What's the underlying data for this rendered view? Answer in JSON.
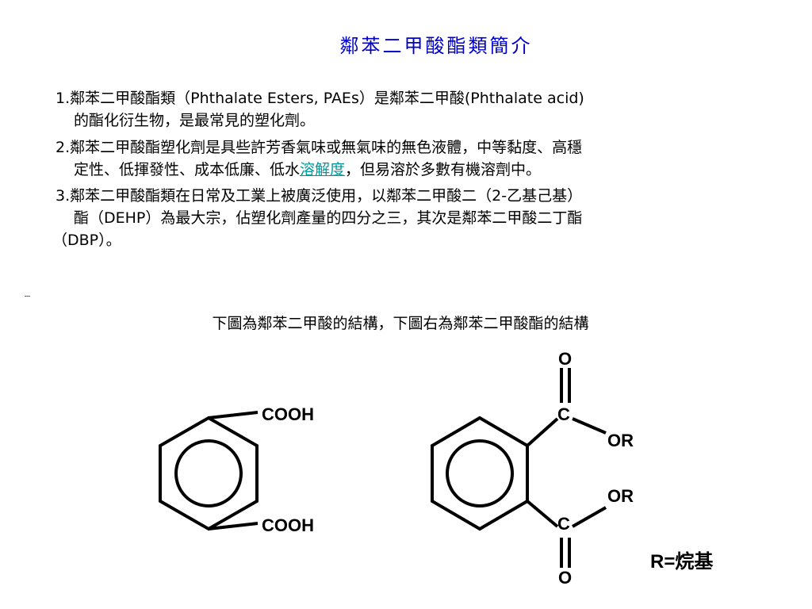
{
  "slide": {
    "title": "鄰苯二甲酸酯類簡介",
    "items": [
      {
        "line1": "1.鄰苯二甲酸酯類（Phthalate Esters, PAEs）是鄰苯二甲酸(Phthalate acid)",
        "line2": "的酯化衍生物，是最常見的塑化劑。"
      },
      {
        "line1": "2.鄰苯二甲酸酯塑化劑是具些許芳香氣味或無氣味的無色液體，中等黏度、高穩",
        "line2_before": "定性、低揮發性、成本低廉、低水",
        "line2_link": "溶解度",
        "line2_after": "，但易溶於多數有機溶劑中。"
      },
      {
        "line1": "3.鄰苯二甲酸酯類在日常及工業上被廣泛使用，以鄰苯二甲酸二（2-乙基己基）",
        "line2": "酯（DEHP）為最大宗，佔塑化劑產量的四分之三，其次是鄰苯二甲酸二丁酯",
        "line3": "（DBP）。"
      }
    ],
    "caption": "下圖為鄰苯二甲酸的結構，下圖右為鄰苯二甲酸酯的結構"
  },
  "structures": {
    "acid": {
      "group_top": "COOH",
      "group_bottom": "COOH"
    },
    "ester": {
      "o_top": "O",
      "c_top": "C",
      "or_top": "OR",
      "or_bottom": "OR",
      "c_bottom": "C",
      "o_bottom": "O",
      "legend": "R=烷基"
    }
  },
  "colors": {
    "title": "#0000cc",
    "link": "#009999",
    "text": "#000000"
  }
}
